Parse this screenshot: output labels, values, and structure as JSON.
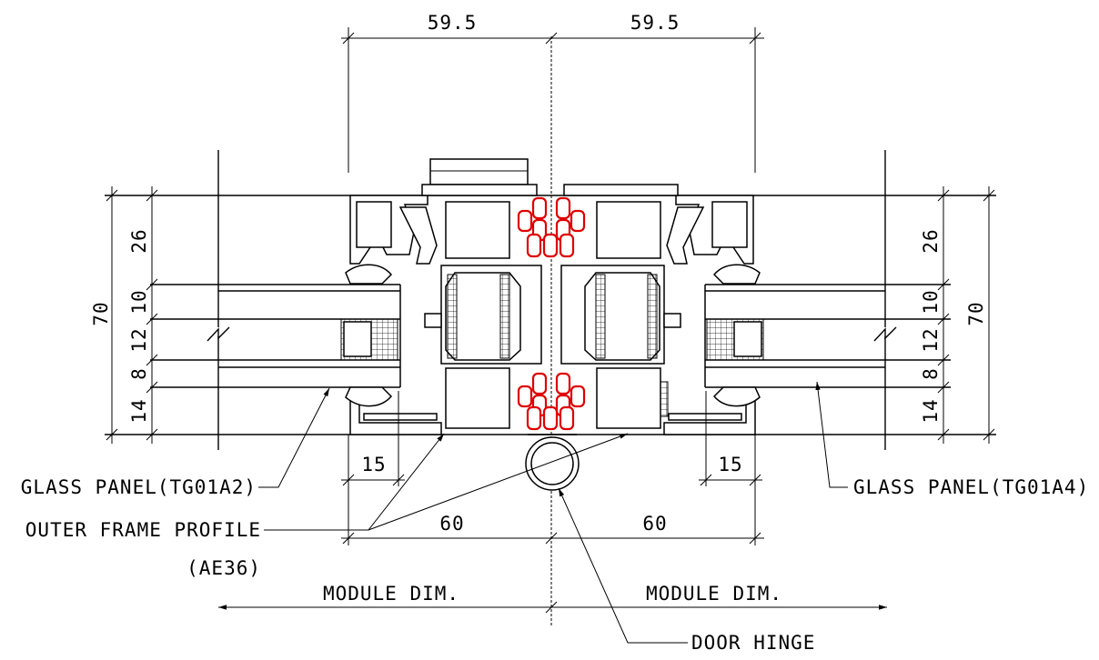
{
  "dimensions": {
    "top_left": "59.5",
    "top_right": "59.5",
    "left_total": "70",
    "right_total": "70",
    "left_stack": [
      "26",
      "10",
      "12",
      "8",
      "14"
    ],
    "right_stack": [
      "26",
      "10",
      "12",
      "8",
      "14"
    ],
    "bottom_left_small": "15",
    "bottom_right_small": "15",
    "bottom_left": "60",
    "bottom_right": "60"
  },
  "labels": {
    "glass_left": "GLASS PANEL(TG01A2)",
    "glass_right": "GLASS PANEL(TG01A4)",
    "outer_frame_line1": "OUTER FRAME PROFILE",
    "outer_frame_line2": "(AE36)",
    "module_left": "MODULE DIM.",
    "module_right": "MODULE DIM.",
    "door_hinge": "DOOR HINGE"
  },
  "colors": {
    "lines": "#000000",
    "gasket": "#e00000",
    "background": "#ffffff"
  }
}
